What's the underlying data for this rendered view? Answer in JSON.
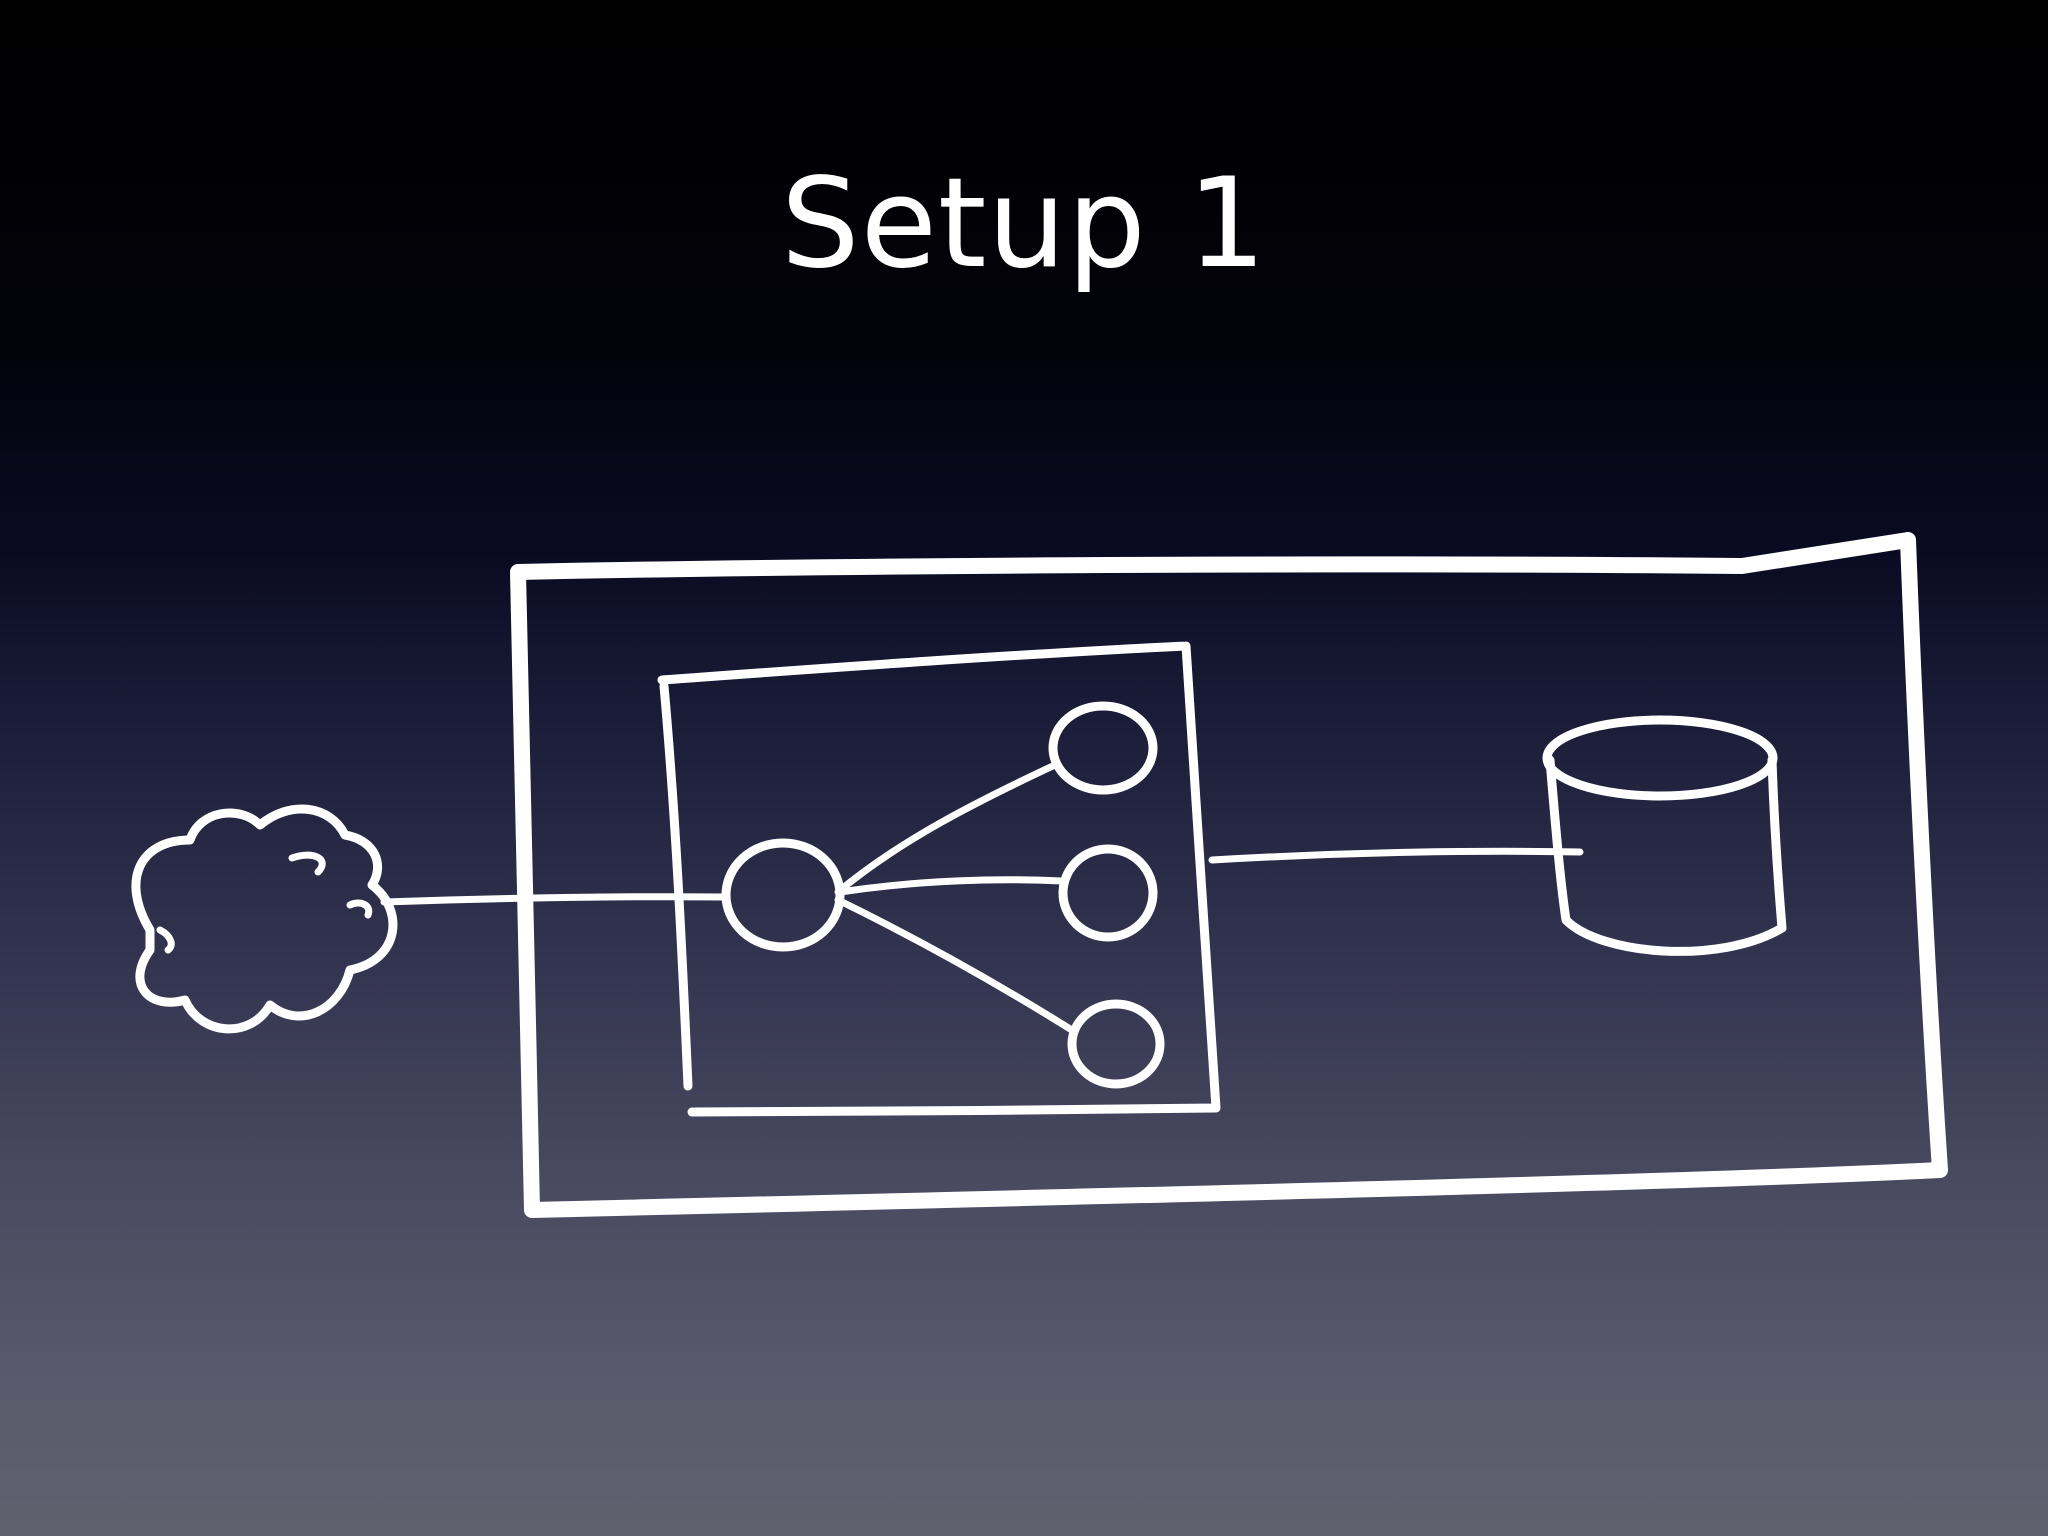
{
  "slide": {
    "title": "Setup 1"
  },
  "diagram": {
    "stroke_color": "#ffffff",
    "background_top": "#000000",
    "background_bottom": "#60606f",
    "nodes": [
      {
        "id": "cloud",
        "icon": "cloud-icon"
      },
      {
        "id": "outer-host",
        "icon": "rectangle"
      },
      {
        "id": "inner-container",
        "icon": "rectangle"
      },
      {
        "id": "router",
        "icon": "circle"
      },
      {
        "id": "worker-1",
        "icon": "circle"
      },
      {
        "id": "worker-2",
        "icon": "circle"
      },
      {
        "id": "worker-3",
        "icon": "circle"
      },
      {
        "id": "database",
        "icon": "database-icon"
      }
    ],
    "edges": [
      {
        "from": "cloud",
        "to": "router"
      },
      {
        "from": "router",
        "to": "worker-1"
      },
      {
        "from": "router",
        "to": "worker-2"
      },
      {
        "from": "router",
        "to": "worker-3"
      },
      {
        "from": "inner-container",
        "to": "database"
      }
    ]
  }
}
